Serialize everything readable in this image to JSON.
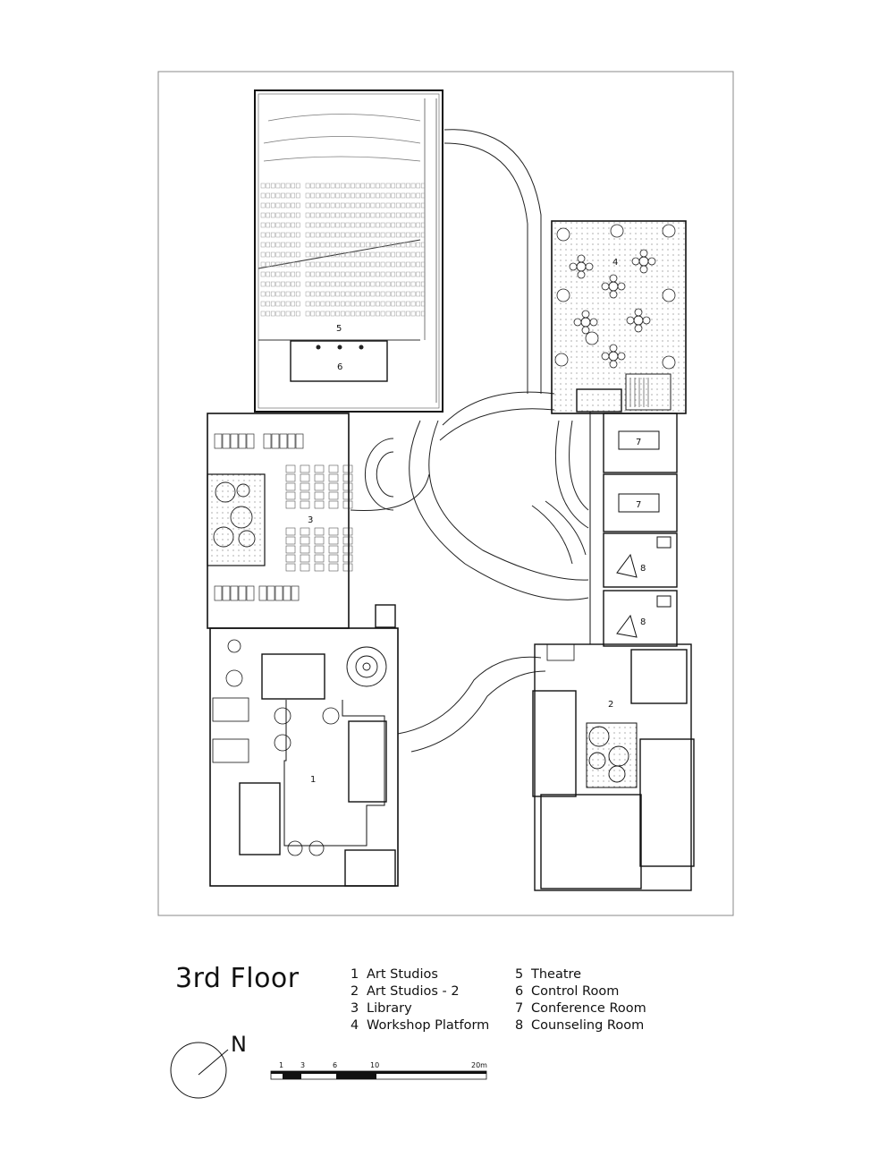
{
  "title": "3rd Floor",
  "rooms": {
    "art_studios": "1",
    "art_studios_2": "2",
    "library": "3",
    "workshop_platform": "4",
    "theatre": "5",
    "control_room": "6",
    "conference_room_a": "7",
    "conference_room_b": "7",
    "counseling_room_a": "8",
    "counseling_room_b": "8"
  },
  "legend": [
    {
      "num": "1",
      "label": "Art Studios"
    },
    {
      "num": "2",
      "label": "Art Studios - 2"
    },
    {
      "num": "3",
      "label": "Library"
    },
    {
      "num": "4",
      "label": "Workshop Platform"
    },
    {
      "num": "5",
      "label": "Theatre"
    },
    {
      "num": "6",
      "label": "Control Room"
    },
    {
      "num": "7",
      "label": "Conference Room"
    },
    {
      "num": "8",
      "label": "Counseling Room"
    }
  ],
  "north_label": "N",
  "scale_bar": {
    "ticks": [
      "1",
      "3",
      "6",
      "10",
      "20m"
    ]
  }
}
